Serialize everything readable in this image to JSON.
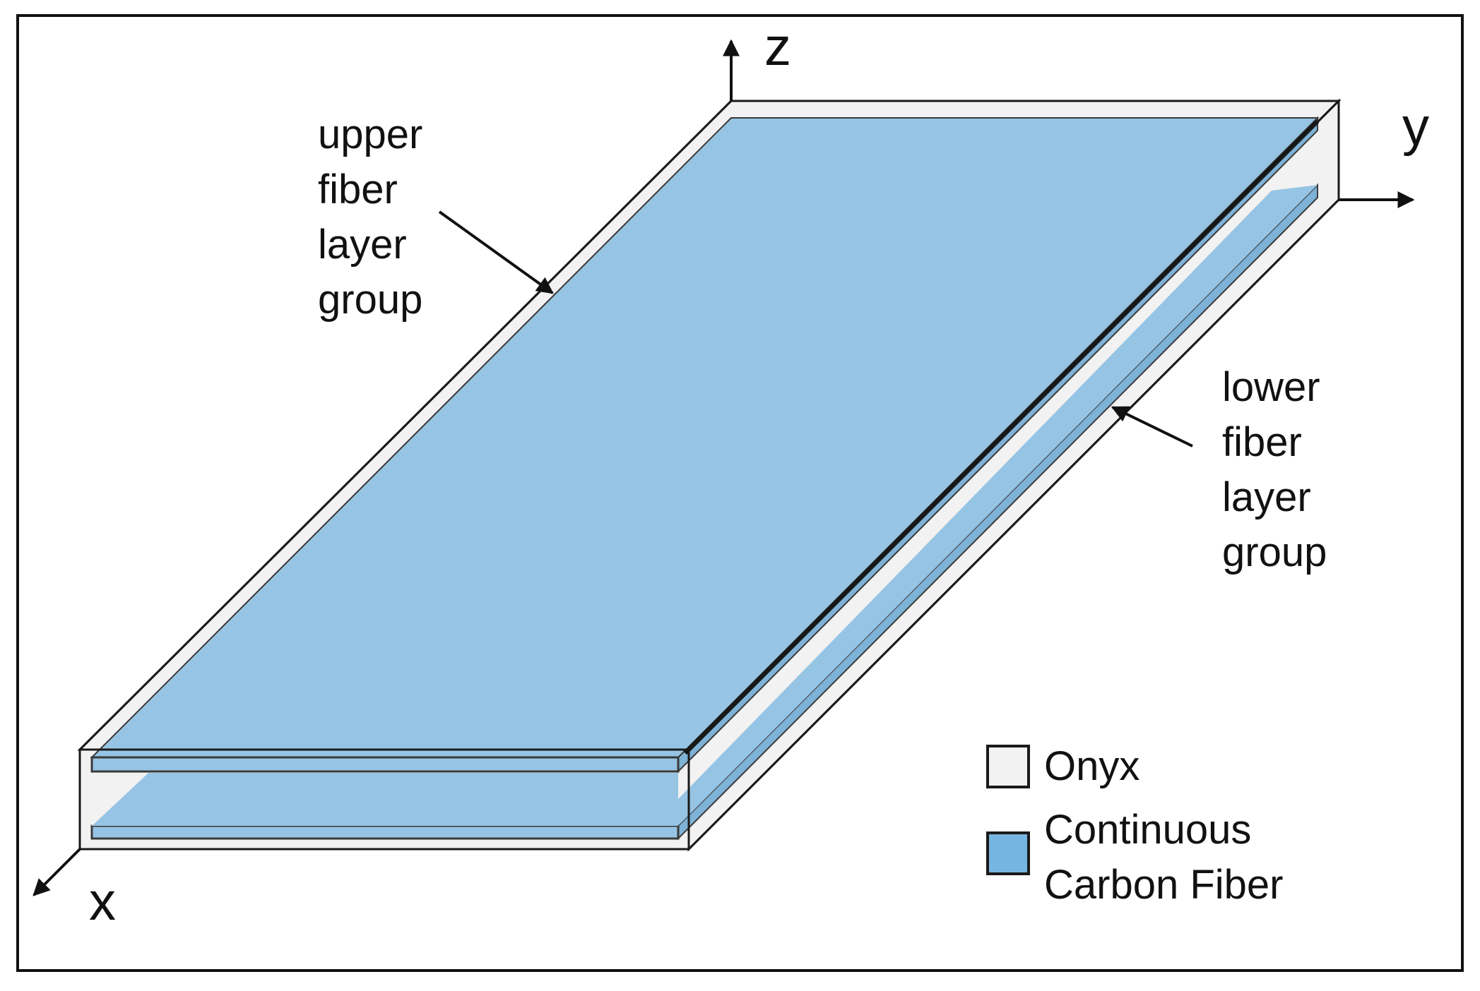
{
  "axes": {
    "z_label": "z",
    "y_label": "y",
    "x_label": "x"
  },
  "annotations": {
    "upper": [
      "upper",
      "fiber",
      "layer",
      "group"
    ],
    "lower": [
      "lower",
      "fiber",
      "layer",
      "group"
    ]
  },
  "legend": {
    "onyx_label": "Onyx",
    "fiber_label_lines": [
      "Continuous",
      "Carbon Fiber"
    ]
  },
  "colors": {
    "onyx": "#f2f2f2",
    "fiber_top": "#96c4e4",
    "fiber_side": "#7eb2d6",
    "fiber_legend": "#76b5e0",
    "outline": "#1a1a1a"
  }
}
